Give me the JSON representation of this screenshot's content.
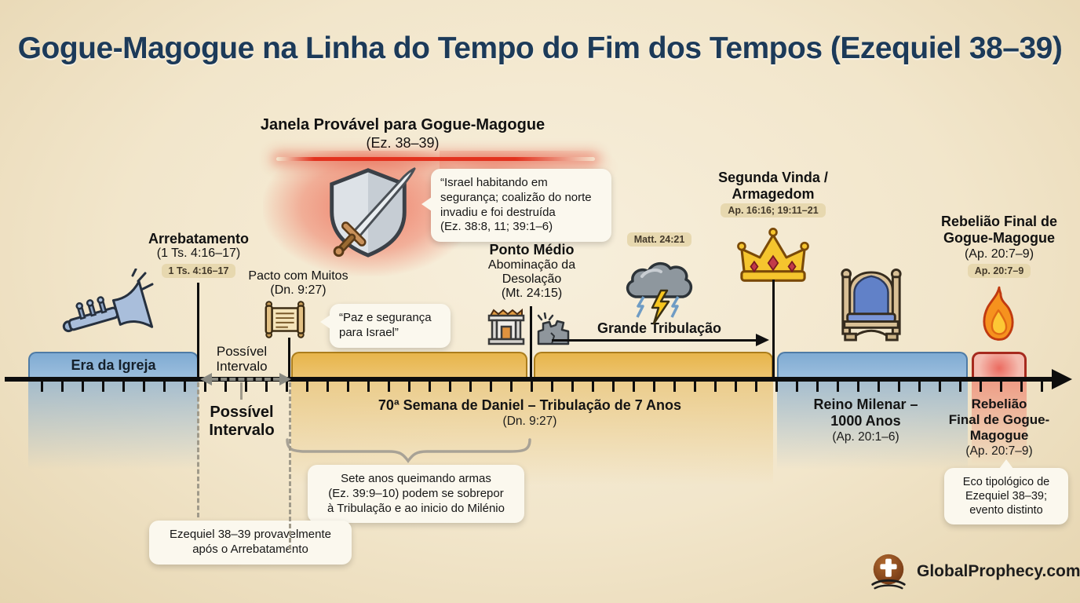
{
  "title": "Gogue-Magogue na Linha do Tempo do Fim dos Tempos (Ezequiel 38–39)",
  "colors": {
    "accent_navy": "#1c3a59",
    "glow_red": "#e2321f",
    "badge_bg": "#e7d8af",
    "callout_bg": "#fbf8ee",
    "axis_black": "#0d0d0d",
    "bar_blue": "#7fabd3",
    "bar_blue_border": "#4e7ba6",
    "bar_gold": "#e7b54b",
    "bar_gold_border": "#ab7d1c",
    "bar_red_border": "#a62a1e",
    "brand_brown": "#8a4a22"
  },
  "window_block": {
    "heading": "Janela Provável para Gogue-Magogue",
    "ref": "(Ez. 38–39)",
    "bubble": "“Israel habitando em\nsegurança; coalizão do norte\ninvadiu e foi destruída\n(Ez. 38:8, 11; 39:1–6)"
  },
  "events": {
    "rapture": {
      "title": "Arrebatamento",
      "ref": "(1 Ts. 4:16–17)",
      "badge": "1 Ts. 4:16–17"
    },
    "covenant": {
      "title": "Pacto com Muitos",
      "ref": "(Dn. 9:27)",
      "bubble": "“Paz e segurança\npara Israel”"
    },
    "midpoint": {
      "title": "Ponto Médio",
      "subtitle": "Abominação da\nDesolação",
      "ref": "(Mt. 24:15)"
    },
    "tribulation": {
      "badge": "Matt. 24:21",
      "label": "Grande Tribulação"
    },
    "second_coming": {
      "title": "Segunda Vinda /\nArmagedom",
      "badge": "Ap. 16:16; 19:11–21"
    },
    "final_rebellion": {
      "title": "Rebelião Final de\nGogue-Magogue",
      "ref": "(Ap. 20:7–9)",
      "badge": "Ap. 20:7–9"
    }
  },
  "timeline": {
    "church_age": "Era da Igreja",
    "gap_label": "Possível\nIntervalo",
    "gap_label_bold": "Possível\nIntervalo",
    "daniel_week": "70ª Semana de Daniel – Tribulação de 7 Anos",
    "daniel_week_ref": "(Dn. 9:27)",
    "millennium": "Reino Milenar –\n1000 Anos",
    "millennium_ref": "(Ap. 20:1–6)",
    "rebellion": "Rebelião\nFinal de Gogue-\nMagogue",
    "rebellion_ref": "(Ap. 20:7–9)"
  },
  "callouts": {
    "burning_weapons": "Sete anos queimando armas\n(Ez. 39:9–10) podem se sobrepor\nà Tribulação e ao inicio do Milénio",
    "after_rapture": "Ezequiel 38–39 provavelmente\napós o Arrebatamento",
    "typological_echo": "Eco tipológico de\nEzequiel 38–39;\nevento distinto"
  },
  "footer": {
    "brand": "GlobalProphecy.com"
  },
  "icons": {
    "trumpet-icon": "trumpet",
    "scroll-icon": "torah-scroll",
    "shield-sword-icon": "shield-and-sword",
    "temple-icon": "temple",
    "ruined-temple-icon": "ruined-temple",
    "storm-cloud-icon": "storm-cloud-with-lightning",
    "crown-icon": "crown",
    "throne-icon": "throne",
    "flame-icon": "flame",
    "brand-logo-icon": "cross-and-book-circle"
  }
}
